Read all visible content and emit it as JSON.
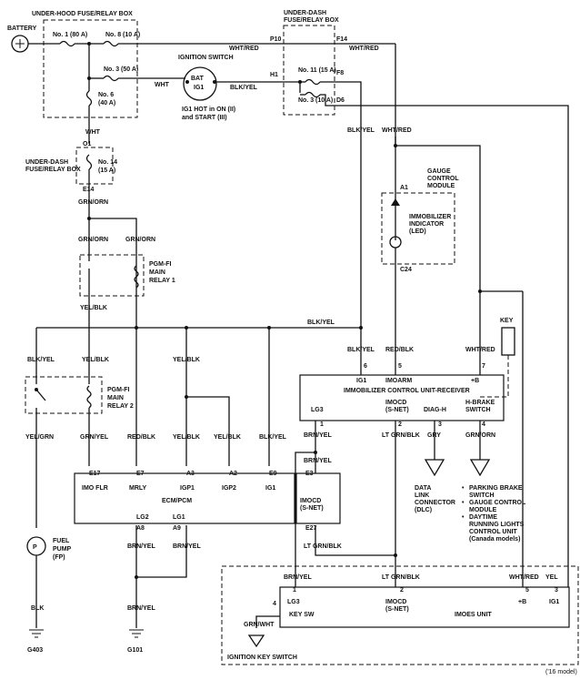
{
  "battery": "BATTERY",
  "under_hood_box": "UNDER-HOOD FUSE/RELAY BOX",
  "under_dash_box_top": [
    "UNDER-DASH",
    "FUSE/RELAY BOX"
  ],
  "under_dash_box_left": [
    "UNDER-DASH",
    "FUSE/RELAY BOX"
  ],
  "fuses": {
    "no1": "No. 1 (80 A)",
    "no8": "No. 8 (10 A)",
    "no3_hood": "No. 3 (50 A)",
    "no6": [
      "No. 6",
      "(40 A)"
    ],
    "no11": "No. 11 (15 A)",
    "no3_dash": "No. 3 (10 A)",
    "no14": [
      "No. 14",
      "(15 A)"
    ]
  },
  "ignition_switch": {
    "title": "IGNITION SWITCH",
    "bat": "BAT",
    "ig1": "IG1",
    "note": [
      "IG1 HOT in ON (II)",
      "and START (III)"
    ]
  },
  "wires": {
    "wht_red": "WHT/RED",
    "wht": "WHT",
    "blk_yel": "BLK/YEL",
    "grn_orn": "GRN/ORN",
    "yel_blk": "YEL/BLK",
    "red_blk": "RED/BLK",
    "yel_grn": "YEL/GRN",
    "grn_yel": "GRN/YEL",
    "brn_yel": "BRN/YEL",
    "lt_grn_blk": "LT GRN/BLK",
    "gry": "GRY",
    "blk": "BLK",
    "yel": "YEL",
    "grn_wht": "GRN/WHT"
  },
  "terminals": {
    "p10": "P10",
    "f14": "F14",
    "h1": "H1",
    "f8": "F8",
    "d6": "D6",
    "o1": "O1",
    "e14": "E14",
    "a1": "A1",
    "c24": "C24",
    "e17": "E17",
    "e7": "E7",
    "a3": "A3",
    "a2": "A2",
    "e9": "E9",
    "e3": "E3",
    "e27": "E27",
    "a8": "A8",
    "a9": "A9"
  },
  "gauge_module": {
    "title": [
      "GAUGE",
      "CONTROL",
      "MODULE"
    ],
    "indicator": [
      "IMMOBILIZER",
      "INDICATOR",
      "(LED)"
    ]
  },
  "relays": {
    "main1": [
      "PGM-FI",
      "MAIN",
      "RELAY 1"
    ],
    "main2": [
      "PGM-FI",
      "MAIN",
      "RELAY 2"
    ]
  },
  "key": "KEY",
  "receiver": {
    "title": "IMMOBILIZER CONTROL UNIT-RECEIVER",
    "pins": [
      "6",
      "5",
      "7",
      "1",
      "2",
      "3",
      "4"
    ],
    "ig1": "IG1",
    "immoarm": "IMOARM",
    "plus_b": "+B",
    "lg3": "LG3",
    "imocd": [
      "IMOCD",
      "(S-NET)"
    ],
    "diag": "DIAG-H",
    "hbrake": [
      "H-BRAKE",
      "SWITCH"
    ]
  },
  "ecm": {
    "title": "ECM/PCM",
    "pins": [
      "IMO FLR",
      "MRLY",
      "IGP1",
      "IGP2",
      "IG1"
    ],
    "lg2": "LG2",
    "lg1": "LG1",
    "imocd": [
      "IMOCD",
      "(S-NET)"
    ]
  },
  "dlc": [
    "DATA",
    "LINK",
    "CONNECTOR",
    "(DLC)"
  ],
  "brake_list": [
    "PARKING BRAKE",
    "SWITCH",
    "GAUGE CONTROL",
    "MODULE",
    "DAYTIME",
    "RUNNING LIGHTS",
    "CONTROL UNIT",
    "(Canada models)"
  ],
  "fuel_pump": [
    "FUEL",
    "PUMP",
    "(FP)"
  ],
  "grounds": [
    "G403",
    "G101"
  ],
  "imoes": {
    "title": "IMOES UNIT",
    "pins": [
      "1",
      "2",
      "5",
      "3",
      "4"
    ],
    "lg3": "LG3",
    "imocd": [
      "IMOCD",
      "(S-NET)"
    ],
    "plus_b": "+B",
    "ig1": "IG1",
    "key_sw": "KEY SW",
    "ignition_key_switch": "IGNITION KEY SWITCH",
    "model_note": "('16 model)"
  },
  "symbols": {
    "p": "P"
  }
}
